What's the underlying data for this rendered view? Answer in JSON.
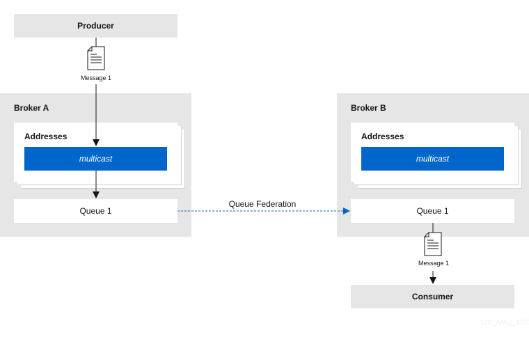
{
  "producer": {
    "label": "Producer"
  },
  "consumer": {
    "label": "Consumer"
  },
  "broker_a": {
    "title": "Broker A",
    "addresses_title": "Addresses",
    "routing": "multicast",
    "queue": "Queue 1"
  },
  "broker_b": {
    "title": "Broker B",
    "addresses_title": "Addresses",
    "routing": "multicast",
    "queue": "Queue 1"
  },
  "message_a": {
    "label": "Message 1",
    "icon": "document-icon"
  },
  "message_b": {
    "label": "Message 1",
    "icon": "document-icon"
  },
  "federation": {
    "label": "Queue Federation"
  },
  "watermark": "120_AMQ_1020",
  "colors": {
    "accent": "#0066cc",
    "panel": "#e6e6e6",
    "arrow": "#151515"
  }
}
